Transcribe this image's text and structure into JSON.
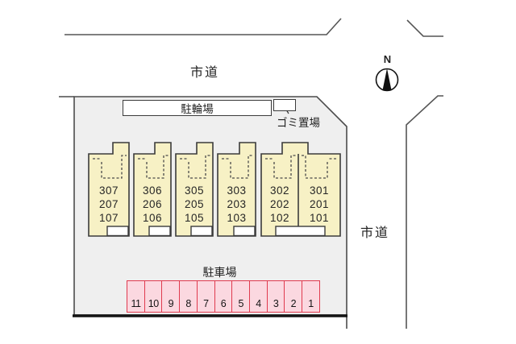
{
  "labels": {
    "road_top": "市道",
    "road_right": "市道",
    "north": "N",
    "bicycle_parking": "駐輪場",
    "garbage_area": "ゴミ置場",
    "parking_area": "駐車場"
  },
  "buildings": [
    {
      "units": [
        "307",
        "207",
        "107"
      ]
    },
    {
      "units": [
        "306",
        "206",
        "106"
      ]
    },
    {
      "units": [
        "305",
        "205",
        "105"
      ]
    },
    {
      "units": [
        "303",
        "203",
        "103"
      ]
    },
    {
      "units": [
        "302",
        "202",
        "102"
      ]
    },
    {
      "units": [
        "301",
        "201",
        "101"
      ]
    }
  ],
  "parking_spaces": [
    "11",
    "10",
    "9",
    "8",
    "7",
    "6",
    "5",
    "4",
    "3",
    "2",
    "1"
  ],
  "colors": {
    "site_fill": "#efefef",
    "site_border": "#4c4c4c",
    "site_bottom_border": "#141414",
    "building_fill": "#f7f1c5",
    "building_border": "#3b3b3b",
    "dashed_line": "#4a4a4a",
    "parking_fill": "#fbd8e0",
    "parking_border": "#e03a4e",
    "road_line": "#555555",
    "text": "#1f1f1f"
  }
}
